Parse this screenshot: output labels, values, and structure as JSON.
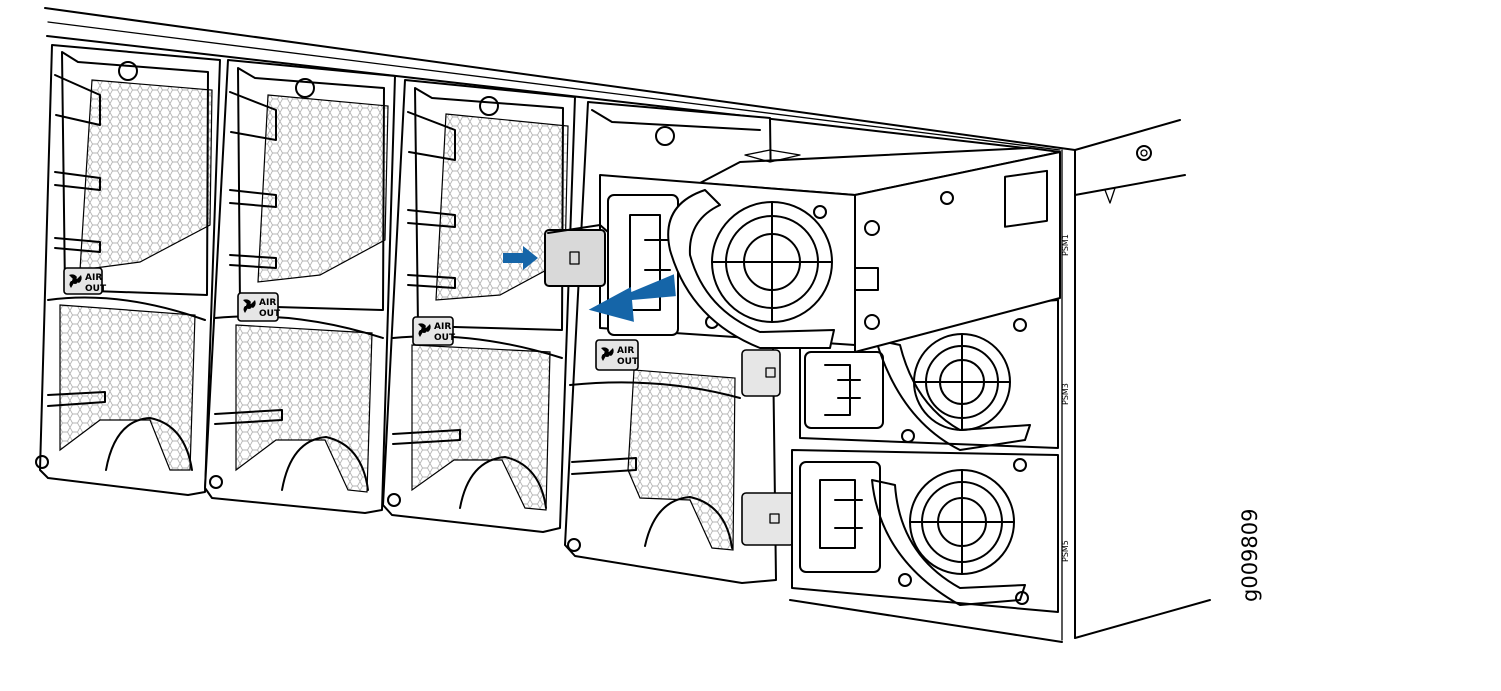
{
  "fan_trays": [
    {
      "air_label_line1": "AIR",
      "air_label_line2": "OUT",
      "icon": "fan-icon"
    },
    {
      "air_label_line1": "AIR",
      "air_label_line2": "OUT",
      "icon": "fan-icon"
    },
    {
      "air_label_line1": "AIR",
      "air_label_line2": "OUT",
      "icon": "fan-icon"
    },
    {
      "air_label_line1": "AIR",
      "air_label_line2": "OUT",
      "icon": "fan-icon"
    }
  ],
  "power_supplies": [
    {
      "label": "PSM1"
    },
    {
      "label": "PSM3"
    },
    {
      "label": "PSM5"
    }
  ],
  "figure_id": "g009809",
  "colors": {
    "arrow": "#1565a8",
    "latch": "#d9d9d9",
    "mesh": "#cccccc",
    "line": "#000000"
  },
  "icons": {
    "push_arrow": "arrow-right-icon",
    "pull_arrow": "arrow-left-icon",
    "air_out": "fan-icon"
  }
}
